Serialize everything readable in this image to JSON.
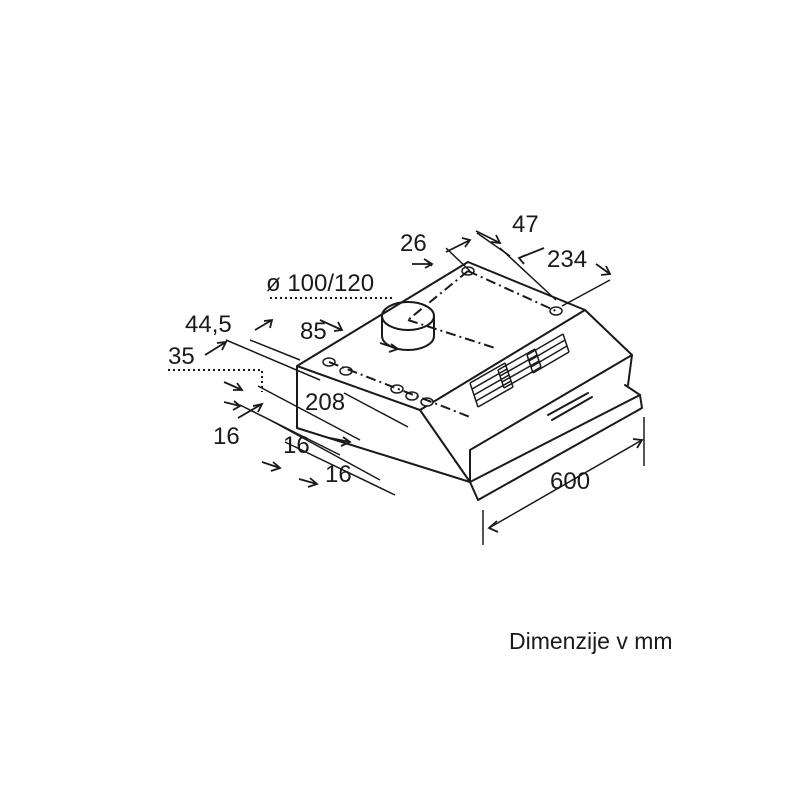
{
  "dimensions": {
    "d47": "47",
    "d26": "26",
    "d234": "234",
    "duct_diameter": "ø 100/120",
    "d44_5": "44,5",
    "d85": "85",
    "d35": "35",
    "d208": "208",
    "d16_a": "16",
    "d16_b": "16",
    "d16_c": "16",
    "width": "600"
  },
  "caption": "Dimenzije v mm"
}
